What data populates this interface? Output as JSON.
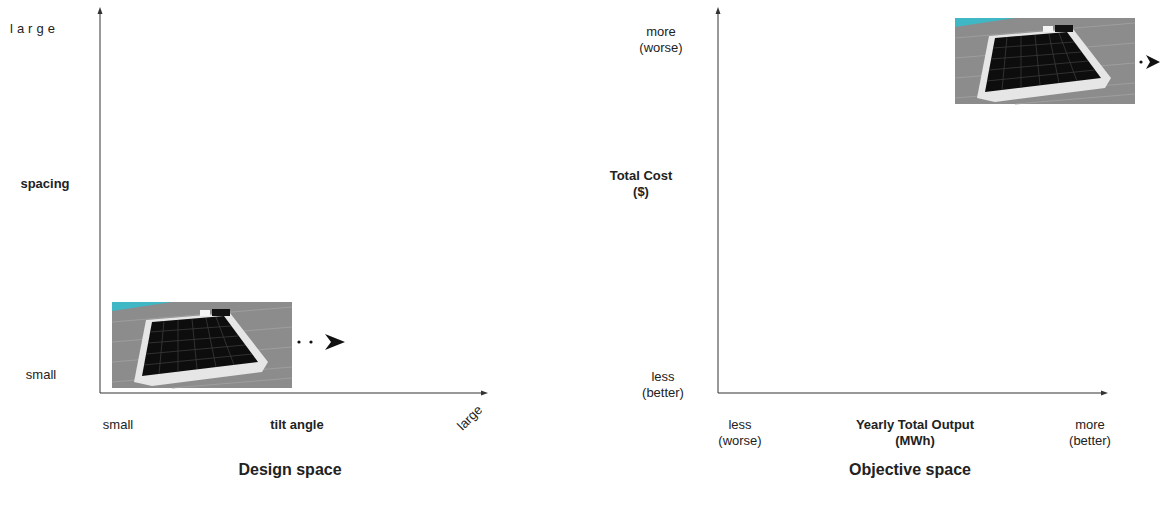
{
  "diagram": {
    "labels": [
      "large",
      "spacing",
      "small",
      "small",
      "tilt angle",
      "large",
      "Design space",
      "more (worse)",
      "Total Cost ($)",
      "less (better)",
      "less (worse)",
      "Yearly Total Output (MWh)",
      "more (better)",
      "Objective space"
    ]
  }
}
